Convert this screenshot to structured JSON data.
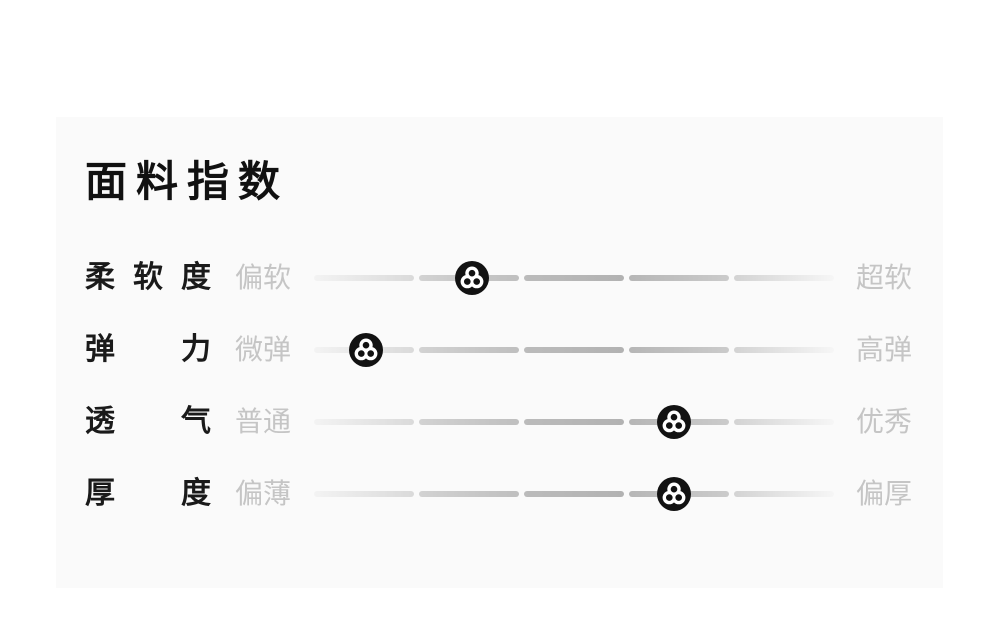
{
  "page": {
    "background_color": "#ffffff",
    "card_background_color": "#fafafa"
  },
  "colors": {
    "title_text": "#111111",
    "metric_label_text": "#1a1a1a",
    "scale_label_text": "#c5c5c5",
    "marker_fill": "#121212",
    "marker_glyph": "#ffffff",
    "track_darkest": "#b2b2b2",
    "track_lightest": "#f3f3f3"
  },
  "card": {
    "title": "面料指数"
  },
  "chart_data": {
    "type": "rating-sliders",
    "title": "面料指数",
    "rows": [
      {
        "metric": "柔软度",
        "min_label": "偏软",
        "max_label": "超软",
        "value_fraction": 0.3
      },
      {
        "metric": "弹力",
        "min_label": "微弹",
        "max_label": "高弹",
        "value_fraction": 0.1
      },
      {
        "metric": "透气",
        "min_label": "普通",
        "max_label": "优秀",
        "value_fraction": 0.69
      },
      {
        "metric": "厚度",
        "min_label": "偏薄",
        "max_label": "偏厚",
        "value_fraction": 0.69
      }
    ],
    "segments_per_track": 5
  },
  "rows": [
    {
      "name": "柔软度",
      "min_label": "偏软",
      "max_label": "超软",
      "marker_left": "30.3%"
    },
    {
      "name": "弹力",
      "min_label": "微弹",
      "max_label": "高弹",
      "marker_left": "10%"
    },
    {
      "name": "透气",
      "min_label": "普通",
      "max_label": "优秀",
      "marker_left": "69.2%"
    },
    {
      "name": "厚度",
      "min_label": "偏薄",
      "max_label": "偏厚",
      "marker_left": "69.2%"
    }
  ]
}
